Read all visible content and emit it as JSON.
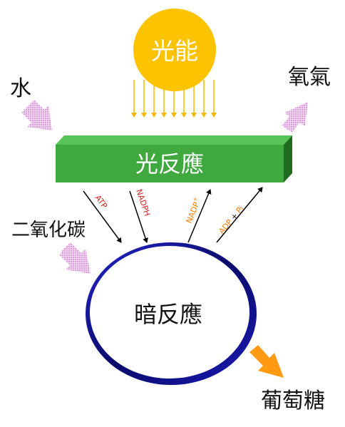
{
  "sun": {
    "label": "光能",
    "color": "#FDC300"
  },
  "light_reaction": {
    "label": "光反應",
    "color": "#3FA83F"
  },
  "dark_reaction": {
    "label": "暗反應",
    "ring_color": "#1a1ab5"
  },
  "inputs": {
    "water": "水",
    "co2": "二氧化碳"
  },
  "outputs": {
    "oxygen": "氧氣",
    "glucose": "葡萄糖"
  },
  "transfers": {
    "atp": "ATP",
    "nadph": "NADPH",
    "nadp": "NADP",
    "nadp_sup": "+",
    "adp": "ADP",
    "plus": "+",
    "pi": "Pi"
  },
  "colors": {
    "input_arrow": "#E3A2E3",
    "output_arrow": "#FF9A12",
    "red_label": "#E02020",
    "orange_label": "#FF7A00"
  }
}
